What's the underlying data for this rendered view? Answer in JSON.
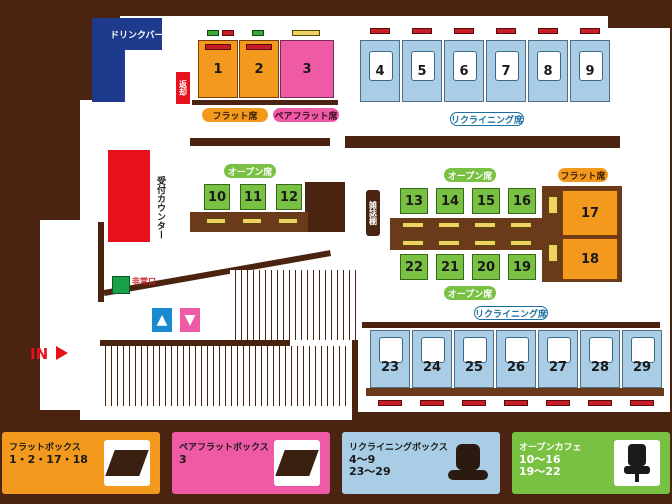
{
  "labels": {
    "drink_bar": "ドリンクバー",
    "return_counter": "返却",
    "reception": "受付カウンター",
    "magazine_shelf": "雑誌棚",
    "emergency_exit": "非常口",
    "entrance": "IN"
  },
  "zone_tags": {
    "flat": "フラット席",
    "pair_flat": "ペアフラット席",
    "reclining_top": "リクライニング席",
    "open_left": "オープン席",
    "open_center": "オープン席",
    "flat_right": "フラット席",
    "open_bottom": "オープン席",
    "reclining_bottom": "リクライニング席"
  },
  "booths": {
    "b1": "1",
    "b2": "2",
    "b3": "3",
    "b4": "4",
    "b5": "5",
    "b6": "6",
    "b7": "7",
    "b8": "8",
    "b9": "9",
    "b10": "10",
    "b11": "11",
    "b12": "12",
    "b13": "13",
    "b14": "14",
    "b15": "15",
    "b16": "16",
    "b17": "17",
    "b18": "18",
    "b19": "19",
    "b20": "20",
    "b21": "21",
    "b22": "22",
    "b23": "23",
    "b24": "24",
    "b25": "25",
    "b26": "26",
    "b27": "27",
    "b28": "28",
    "b29": "29"
  },
  "legend": {
    "flat": {
      "title": "フラットボックス",
      "seats": "1・2・17・18"
    },
    "pair": {
      "title": "ペアフラットボックス",
      "seats": "3"
    },
    "reclining": {
      "title": "リクライニングボックス",
      "seats": "4〜9\n23〜29"
    },
    "open": {
      "title": "オープンカフェ",
      "seats": "10〜16\n19〜22"
    }
  },
  "colors": {
    "flat": "#f39a1e",
    "pair": "#ef5aa6",
    "reclining": "#a9cde5",
    "open": "#79c143",
    "wall": "#4a2410",
    "drink_bar": "#1e3a8c",
    "reception": "#e8101a"
  },
  "icons": {
    "toilet": "restroom-icon",
    "exit": "emergency-exit-icon",
    "arrow": "entrance-arrow-icon"
  }
}
